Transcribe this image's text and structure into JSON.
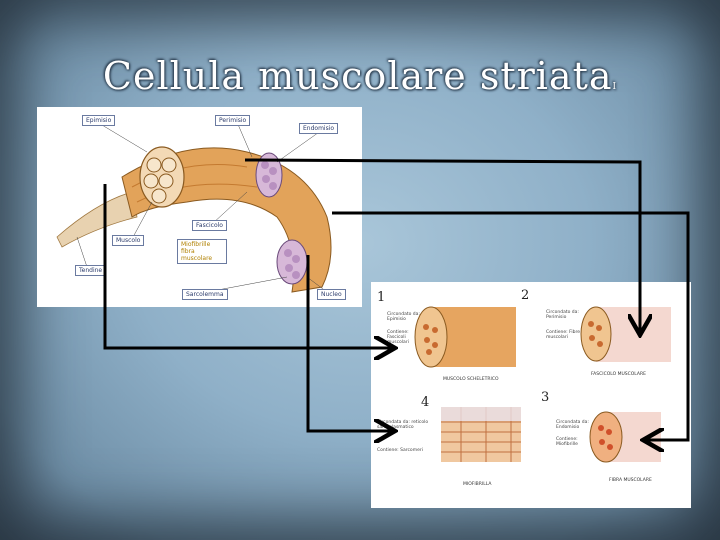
{
  "slide": {
    "title": "Cellula muscolare striata",
    "title_suffix": "I"
  },
  "figure_top": {
    "labels": {
      "epimisio": "Epimisio",
      "perimisio": "Perimisio",
      "endomisio": "Endomisio",
      "fascicolo": "Fascicolo",
      "muscolo": "Muscolo",
      "tendine": "Tendine",
      "miofibrille": "Miofibrille fibra muscolare",
      "sarcolemma": "Sarcolemma",
      "nucleo": "Nucleo"
    }
  },
  "figure_bottom": {
    "numbers": [
      "1",
      "2",
      "3",
      "4"
    ],
    "captions": {
      "c1": "Muscolo scheletrico",
      "c2": "Fascicolo muscolare",
      "c3": "Fibra muscolare",
      "c4": "Miofibrilla"
    },
    "notes": {
      "n1a": "Circondato da: Epimisio",
      "n1b": "Contiene: Fascicoli muscolari",
      "n2a": "Circondato da: Perimisio",
      "n2b": "Contiene: Fibre muscolari",
      "n3a": "Circondata da: Endomisio",
      "n3b": "Contiene: Miofibrille",
      "n4a": "Circondata da: reticolo sarcoplasmatico",
      "n4b": "Contiene: Sarcomeri"
    }
  },
  "colors": {
    "background": "#8fb0c8",
    "arrow": "#000000",
    "muscle": "#e2a35a"
  }
}
